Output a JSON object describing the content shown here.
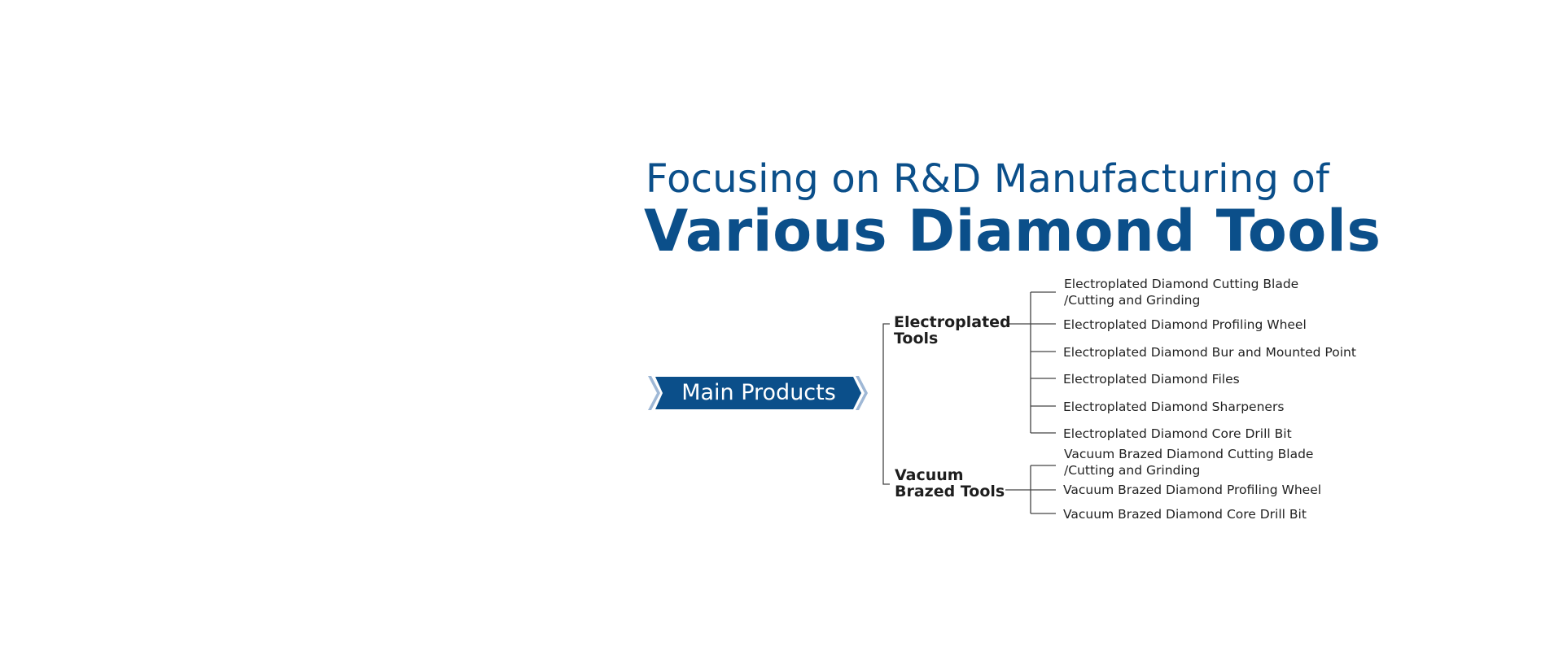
{
  "headline": {
    "line1": "Focusing on R&D Manufacturing of",
    "line2": "Various Diamond Tools"
  },
  "main_label": "Main Products",
  "colors": {
    "brand_blue": "#0b4f8a",
    "chevron_light": "#9fb8d6",
    "line_gray": "#444444"
  },
  "categories": [
    {
      "name_line1": "Electroplated",
      "name_line2": "Tools",
      "items": [
        {
          "line1": "Electroplated Diamond Cutting Blade",
          "line2": "/Cutting and Grinding"
        },
        {
          "line1": "Electroplated Diamond Profiling Wheel"
        },
        {
          "line1": "Electroplated Diamond Bur and Mounted Point"
        },
        {
          "line1": "Electroplated Diamond Files"
        },
        {
          "line1": "Electroplated Diamond Sharpeners"
        },
        {
          "line1": "Electroplated Diamond Core Drill Bit"
        }
      ]
    },
    {
      "name_line1": "Vacuum",
      "name_line2": "Brazed Tools",
      "items": [
        {
          "line1": "Vacuum Brazed Diamond Cutting Blade",
          "line2": "/Cutting and Grinding"
        },
        {
          "line1": "Vacuum Brazed Diamond Profiling Wheel"
        },
        {
          "line1": "Vacuum Brazed Diamond Core Drill Bit"
        }
      ]
    }
  ]
}
